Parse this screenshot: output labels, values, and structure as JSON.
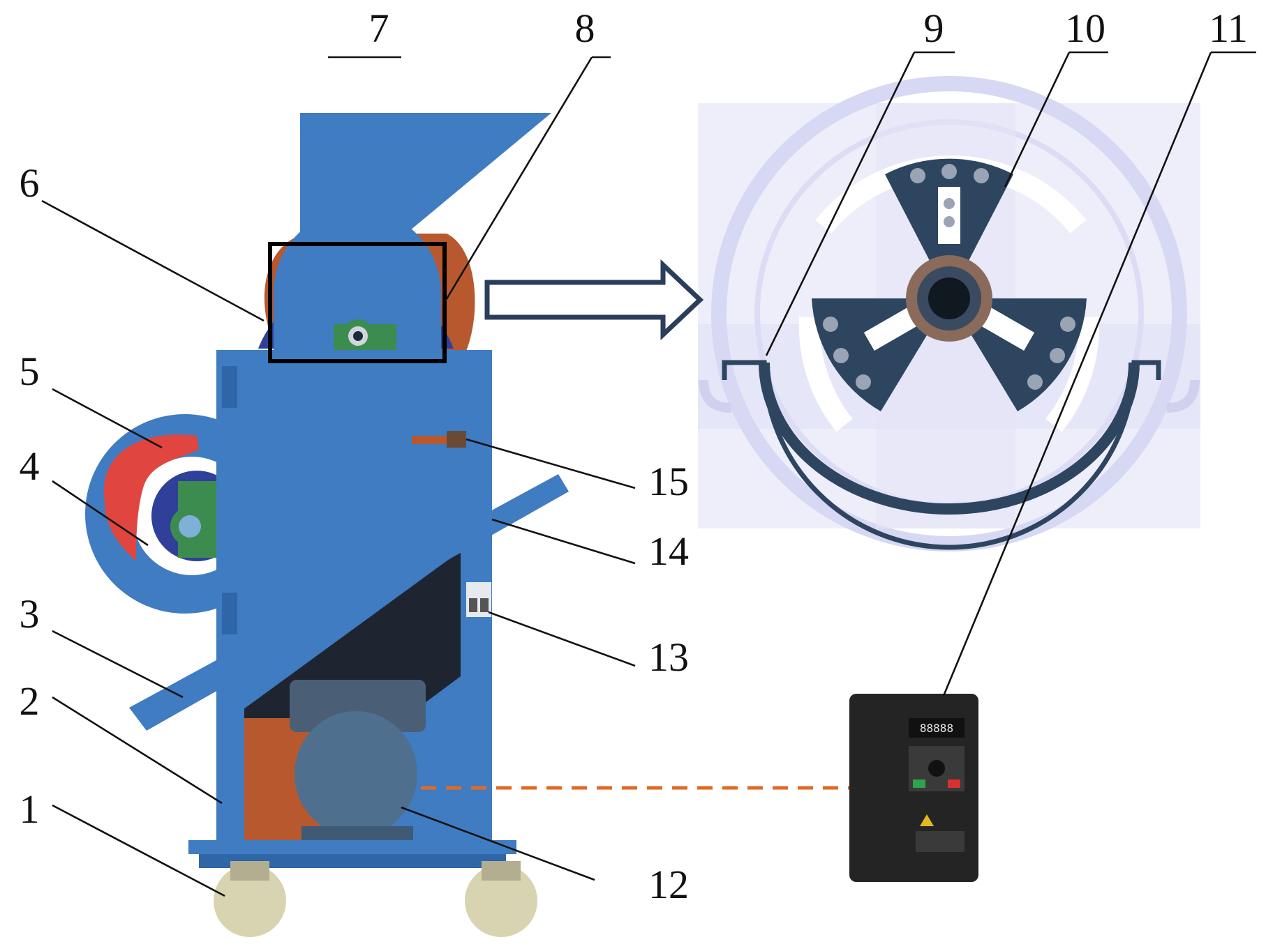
{
  "figure": {
    "callouts": [
      {
        "id": "1",
        "label": "1"
      },
      {
        "id": "2",
        "label": "2"
      },
      {
        "id": "3",
        "label": "3"
      },
      {
        "id": "4",
        "label": "4"
      },
      {
        "id": "5",
        "label": "5"
      },
      {
        "id": "6",
        "label": "6"
      },
      {
        "id": "7",
        "label": "7"
      },
      {
        "id": "8",
        "label": "8"
      },
      {
        "id": "9",
        "label": "9"
      },
      {
        "id": "10",
        "label": "10"
      },
      {
        "id": "11",
        "label": "11"
      },
      {
        "id": "12",
        "label": "12"
      },
      {
        "id": "13",
        "label": "13"
      },
      {
        "id": "14",
        "label": "14"
      },
      {
        "id": "15",
        "label": "15"
      }
    ],
    "colors": {
      "machine_blue": "#3f7cc2",
      "machine_blue_dark": "#2f66a8",
      "belt_guard_brown": "#b8582e",
      "guard_red": "#e0463f",
      "wheel_cream": "#d8d3b0",
      "motor_grey_blue": "#4f6f8f",
      "bearing_green": "#3d8c4f",
      "rotor_navy": "#2e4560",
      "inverter_black": "#242424",
      "leader_black": "#111111",
      "signal_orange": "#e06a25"
    },
    "icons": {
      "zoom_arrow": "hollow-right-arrow-icon",
      "highlight_box": "detail-frame"
    }
  }
}
